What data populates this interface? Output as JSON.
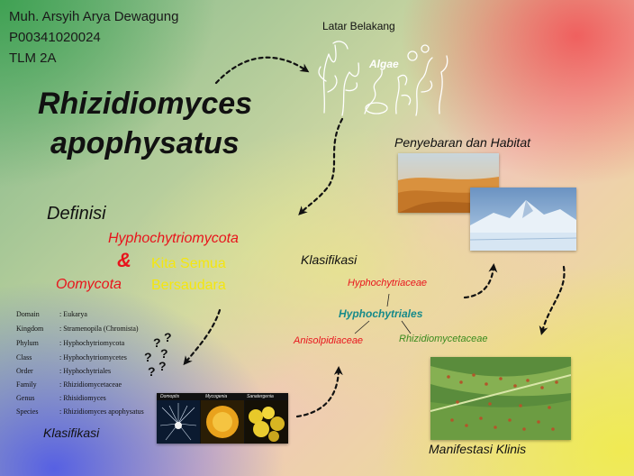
{
  "author": {
    "name": "Muh. Arsyih Arya Dewagung",
    "id": "P00341020024",
    "class": "TLM 2A"
  },
  "title": {
    "line1": "Rhizidiomyces",
    "line2": "apophysatus"
  },
  "sections": {
    "background": "Latar Belakang",
    "distribution": "Penyebaran dan Habitat",
    "classification_right": "Klasifikasi",
    "classification_left": "Klasifikasi",
    "clinical": "Manifestasi Klinis"
  },
  "algae_sketch_text": "Algae",
  "definition": {
    "heading": "Definisi",
    "term1": "Hyphochytriomycota",
    "ampersand": "&",
    "term2": "Oomycota",
    "note_line1": "Kita Semua",
    "note_line2": "Bersaudara"
  },
  "taxonomy": [
    {
      "rank": "Domain",
      "value": ": Eukarya"
    },
    {
      "rank": "Kingdom",
      "value": ": Stramenopila (Chromista)"
    },
    {
      "rank": "Phylum",
      "value": ": Hyphochytriomycota"
    },
    {
      "rank": "Class",
      "value": ": Hyphochytriomycetes"
    },
    {
      "rank": "Order",
      "value": ": Hyphochytriales"
    },
    {
      "rank": "Family",
      "value": ": Rhizidiomycetaceae"
    },
    {
      "rank": "Genus",
      "value": ": Rhisidiomyces"
    },
    {
      "rank": "Species",
      "value": ": Rhizidiomyces apophysatus"
    }
  ],
  "tree": {
    "top": "Hyphochytriaceae",
    "center": "Hyphochytriales",
    "left": "Anisolpidiaceae",
    "right": "Rhizidiomycetaceae"
  },
  "micro_panel_labels": [
    "Domoptis",
    "Mycogenia",
    "Sanatergenia"
  ],
  "question_marks": [
    "?",
    "?",
    "?",
    "?",
    "?",
    "?"
  ],
  "colors": {
    "term_red": "#e8141c",
    "note_yellow": "#f4e60f",
    "tree_red": "#e8141c",
    "tree_teal": "#168a8a",
    "tree_green": "#3a8a1e"
  }
}
